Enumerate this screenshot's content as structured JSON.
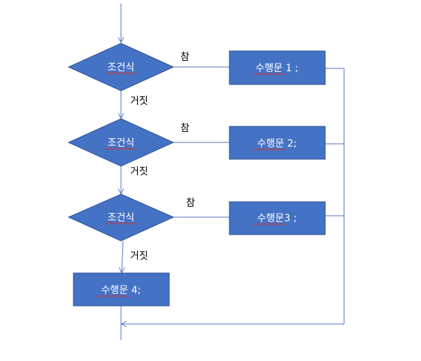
{
  "diagram": {
    "conditions": [
      {
        "label": "조건식",
        "true_label": "참",
        "false_label": "거짓"
      },
      {
        "label": "조건식",
        "true_label": "참",
        "false_label": "거짓"
      },
      {
        "label": "조건식",
        "true_label": "참",
        "false_label": "거짓"
      }
    ],
    "statements": [
      {
        "label": "수행문 1 ;"
      },
      {
        "label": "수행문 2;"
      },
      {
        "label": "수행문3 ;"
      },
      {
        "label": "수행문 4;"
      }
    ],
    "colors": {
      "node_fill": "#4472c4",
      "node_stroke": "#2f528f",
      "line": "#4a72c4",
      "text_on_node": "#ffffff"
    }
  }
}
